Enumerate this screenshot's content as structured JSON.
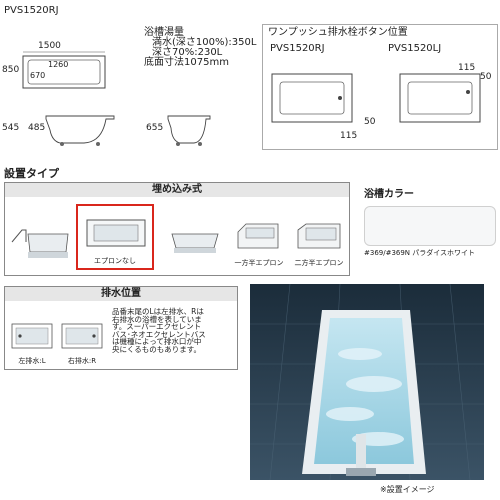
{
  "top": {
    "model": "PVS1520RJ",
    "dim_width": "1500",
    "dim_height": "850",
    "dim_inner_length": "1260",
    "dim_inner_width": "670",
    "dim_side_height": "545",
    "dim_side_floor": "485",
    "dim_end_height": "655",
    "capacity": {
      "title": "浴槽湯量",
      "full": "満水(深さ100%):350L",
      "seventy": "深さ70%:230L",
      "bottom": "底面寸法1075mm"
    },
    "drain_button": {
      "title": "ワンプッシュ排水栓ボタン位置",
      "right_model": "PVS1520RJ",
      "left_model": "PVS1520LJ",
      "r_dim_a": "50",
      "r_dim_b": "115",
      "l_dim_a": "115",
      "l_dim_b": "50"
    }
  },
  "install": {
    "title": "設置タイプ",
    "header": "埋め込み式",
    "types": [
      {
        "caption": ""
      },
      {
        "caption": "エプロンなし"
      },
      {
        "caption": ""
      },
      {
        "caption": "一方半エプロン"
      },
      {
        "caption": "二方半エプロン"
      }
    ]
  },
  "color": {
    "title": "浴槽カラー",
    "name": "#369/#369N パラダイスホワイト",
    "swatch": "#f6f7f8"
  },
  "drain": {
    "header": "排水位置",
    "left_caption": "左排水:L",
    "right_caption": "右排水:R",
    "note": [
      "品番末尾のLは左排水、Rは",
      "右排水の浴槽を表していま",
      "す。スーパーエクセレント",
      "バス･ネオエクセレントバス",
      "は機種によって排水口が中",
      "央にくるものもあります。"
    ]
  },
  "photo": {
    "caption": "※設置イメージ"
  },
  "colors": {
    "highlight": "#d9261c",
    "tile_dark": "#243748",
    "water": "#a9d6e6"
  }
}
